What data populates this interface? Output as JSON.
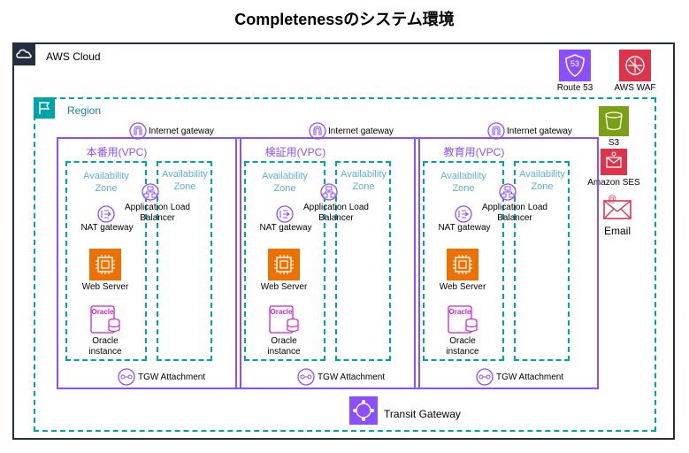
{
  "title": "Completenessのシステム環境",
  "cloud": {
    "label": "AWS Cloud"
  },
  "region": {
    "label": "Region"
  },
  "global_services": {
    "route53": "Route 53",
    "route53_badge": "53",
    "waf": "AWS WAF",
    "s3": "S3",
    "ses": "Amazon SES",
    "email": "Email"
  },
  "vpcs": [
    {
      "name": "本番用(VPC)"
    },
    {
      "name": "検証用(VPC)"
    },
    {
      "name": "教育用(VPC)"
    }
  ],
  "labels": {
    "internet_gateway": "Internet gateway",
    "availability_zone_1": "Availability",
    "availability_zone_2": "Zone",
    "alb_1": "Application Load",
    "alb_2": "Balancer",
    "nat_gateway": "NAT gateway",
    "web_server": "Web Server",
    "oracle_badge": "Oracle",
    "oracle_1": "Oracle",
    "oracle_2": "instance",
    "tgw_attachment": "TGW Attachment",
    "transit_gateway": "Transit Gateway"
  },
  "colors": {
    "vpc": "#8c4fff",
    "availability_zone": "#00a4a6",
    "compute": "#ed7100",
    "database": "#c925d1",
    "security": "#dd344c",
    "storage": "#7aa116",
    "network": "#8c4fff"
  }
}
